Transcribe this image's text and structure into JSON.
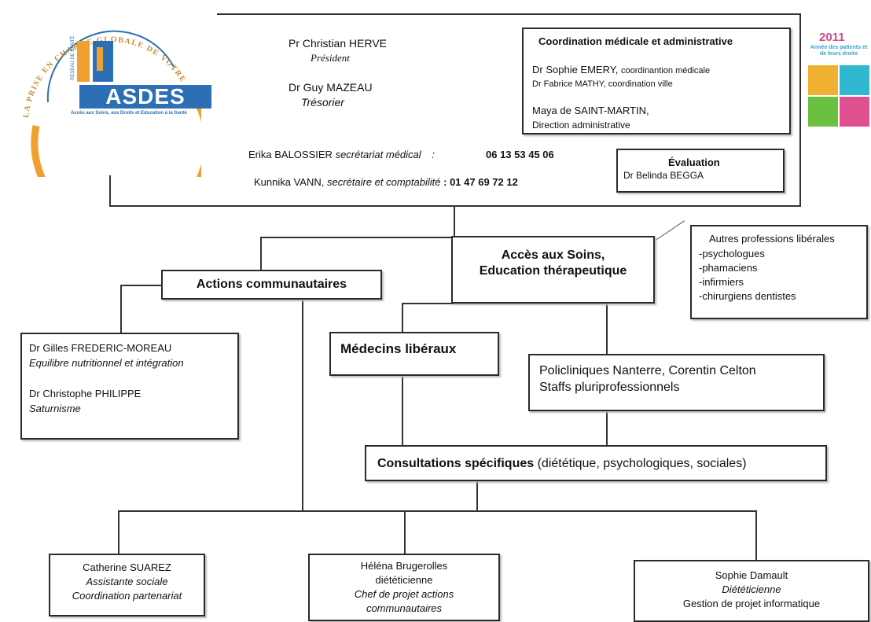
{
  "logo": {
    "arc_text": "LA PRISE EN CHARGE GLOBALE DE VOTRE SANTÉ",
    "network": "RÉSEAU DE SANTÉ",
    "name": "ASDES",
    "subtitle": "Accès aux Soins, aux Droits et Education à la Santé",
    "colors": {
      "orange": "#f0a030",
      "blue": "#2d6fb4"
    }
  },
  "badge": {
    "year": "2011",
    "text": "Année des patients et de leurs droits"
  },
  "header": {
    "president_name": "Pr Christian HERVE",
    "president_role": "Président",
    "treasurer_name": "Dr Guy MAZEAU",
    "treasurer_role": "Trésorier",
    "secretary1_name": "Erika BALOSSIER",
    "secretary1_role": "secrétariat médical",
    "secretary1_sep": ":",
    "secretary1_phone": "06 13 53 45 06",
    "secretary2_name": "Kunnika VANN,",
    "secretary2_role": "secrétaire et comptabilité",
    "secretary2_phone": ": 01 47 69 72 12"
  },
  "coordination": {
    "title": "Coordination médicale et administrative",
    "line1_name": "Dr Sophie EMERY,",
    "line1_role": "coordinantion médicale",
    "line2": "Dr Fabrice MATHY, coordination ville",
    "line3": "Maya de SAINT-MARTIN,",
    "line4": "Direction administrative"
  },
  "evaluation": {
    "title": "Évaluation",
    "name": "Dr Belinda BEGGA"
  },
  "acces": {
    "line1": "Accès aux Soins,",
    "line2": "Education thérapeutique"
  },
  "autres": {
    "title": "Autres professions libérales",
    "items": [
      "-psychologues",
      "-phamaciens",
      "-infirmiers",
      "-chirurgiens dentistes"
    ]
  },
  "actions": {
    "title": "Actions communautaires"
  },
  "frederic": {
    "name": "Dr  Gilles FREDERIC-MOREAU",
    "topic": "Equilibre nutritionnel et intégration",
    "name2": "Dr Christophe PHILIPPE",
    "topic2": "Saturnisme"
  },
  "medecins": {
    "title": "Médecins libéraux"
  },
  "policliniques": {
    "line1": "Policliniques Nanterre, Corentin Celton",
    "line2": "Staffs pluriprofessionnels"
  },
  "consultations": {
    "title": "Consultations spécifiques",
    "detail": "(diététique, psychologiques, sociales)"
  },
  "suarez": {
    "name": "Catherine SUAREZ",
    "role": "Assistante sociale",
    "role2": "Coordination partenariat"
  },
  "brugerolles": {
    "name": "Héléna Brugerolles",
    "role": "diététicienne",
    "role2": "Chef de projet actions",
    "role3": "communautaires"
  },
  "damault": {
    "name": "Sophie Damault",
    "role": "Diététicienne",
    "role2": "Gestion de projet informatique"
  }
}
